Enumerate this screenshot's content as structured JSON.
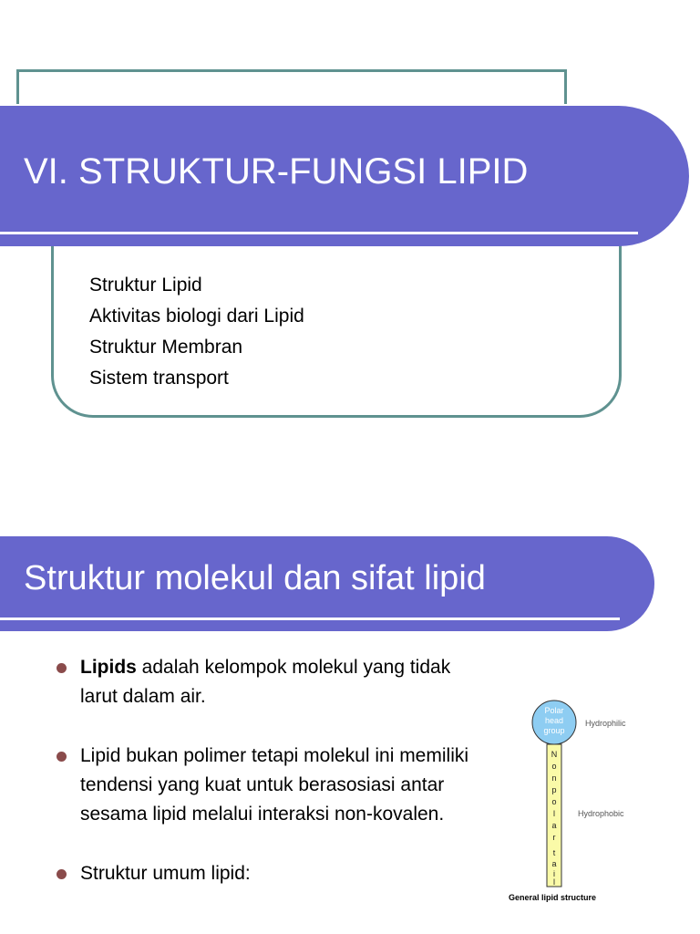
{
  "slide1": {
    "title": "VI. STRUKTUR-FUNGSI LIPID",
    "topics": [
      "Struktur Lipid",
      "Aktivitas biologi dari Lipid",
      "Struktur Membran",
      "Sistem transport"
    ]
  },
  "slide2": {
    "title": "Struktur molekul dan sifat lipid",
    "bullets": [
      {
        "bold": "Lipids",
        "text": " adalah kelompok molekul yang tidak larut dalam air."
      },
      {
        "bold": "",
        "text": "Lipid bukan polimer tetapi molekul ini memiliki tendensi yang kuat untuk berasosiasi antar sesama lipid melalui interaksi non-kovalen."
      },
      {
        "bold": "",
        "text": "Struktur umum lipid:"
      }
    ],
    "diagram": {
      "head_lines": [
        "Polar",
        "head",
        "group"
      ],
      "tail_letters": [
        "N",
        "o",
        "n",
        "p",
        "o",
        "l",
        "a",
        "r",
        "t",
        "a",
        "i",
        "l"
      ],
      "hydrophilic_label": "Hydrophilic",
      "hydrophobic_label": "Hydrophobic",
      "caption": "General lipid structure",
      "colors": {
        "head": "#8ecdf2",
        "tail": "#fafaa8"
      }
    }
  },
  "colors": {
    "banner": "#6766cc",
    "frame": "#5f9290",
    "bullet": "#8a4b4b"
  }
}
